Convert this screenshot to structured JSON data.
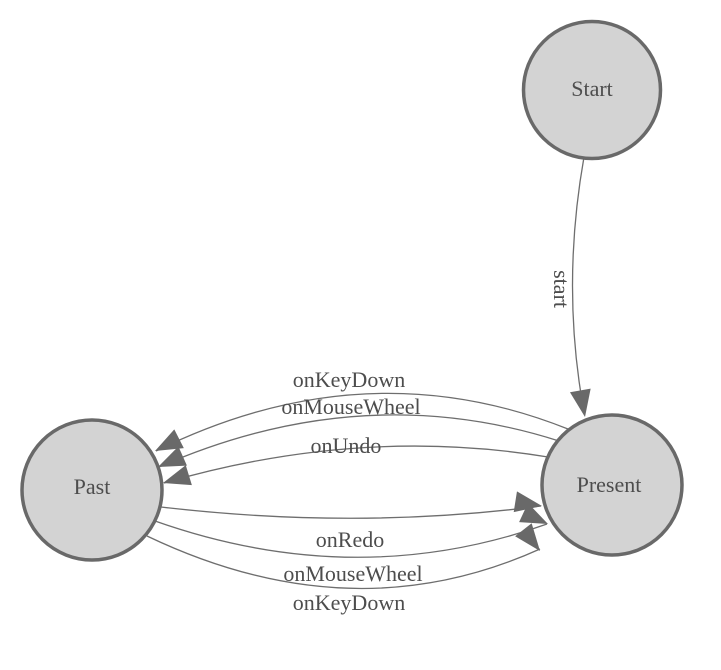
{
  "diagram": {
    "type": "state-machine",
    "background": "#ffffff",
    "colors": {
      "node_fill": "#d3d3d3",
      "node_border": "#696969",
      "edge": "#6e6e6e",
      "arrowhead": "#696969",
      "text": "#4d4d4d"
    },
    "nodes": [
      {
        "id": "start",
        "label": "Start"
      },
      {
        "id": "present",
        "label": "Present"
      },
      {
        "id": "past",
        "label": "Past"
      }
    ],
    "edges": [
      {
        "from": "Start",
        "to": "Present",
        "label": "start"
      },
      {
        "from": "Present",
        "to": "Past",
        "label": "onKeyDown"
      },
      {
        "from": "Present",
        "to": "Past",
        "label": "onMouseWheel"
      },
      {
        "from": "Present",
        "to": "Past",
        "label": "onUndo"
      },
      {
        "from": "Past",
        "to": "Present",
        "label": "onRedo"
      },
      {
        "from": "Past",
        "to": "Present",
        "label": "onMouseWheel"
      },
      {
        "from": "Past",
        "to": "Present",
        "label": "onKeyDown"
      }
    ]
  }
}
